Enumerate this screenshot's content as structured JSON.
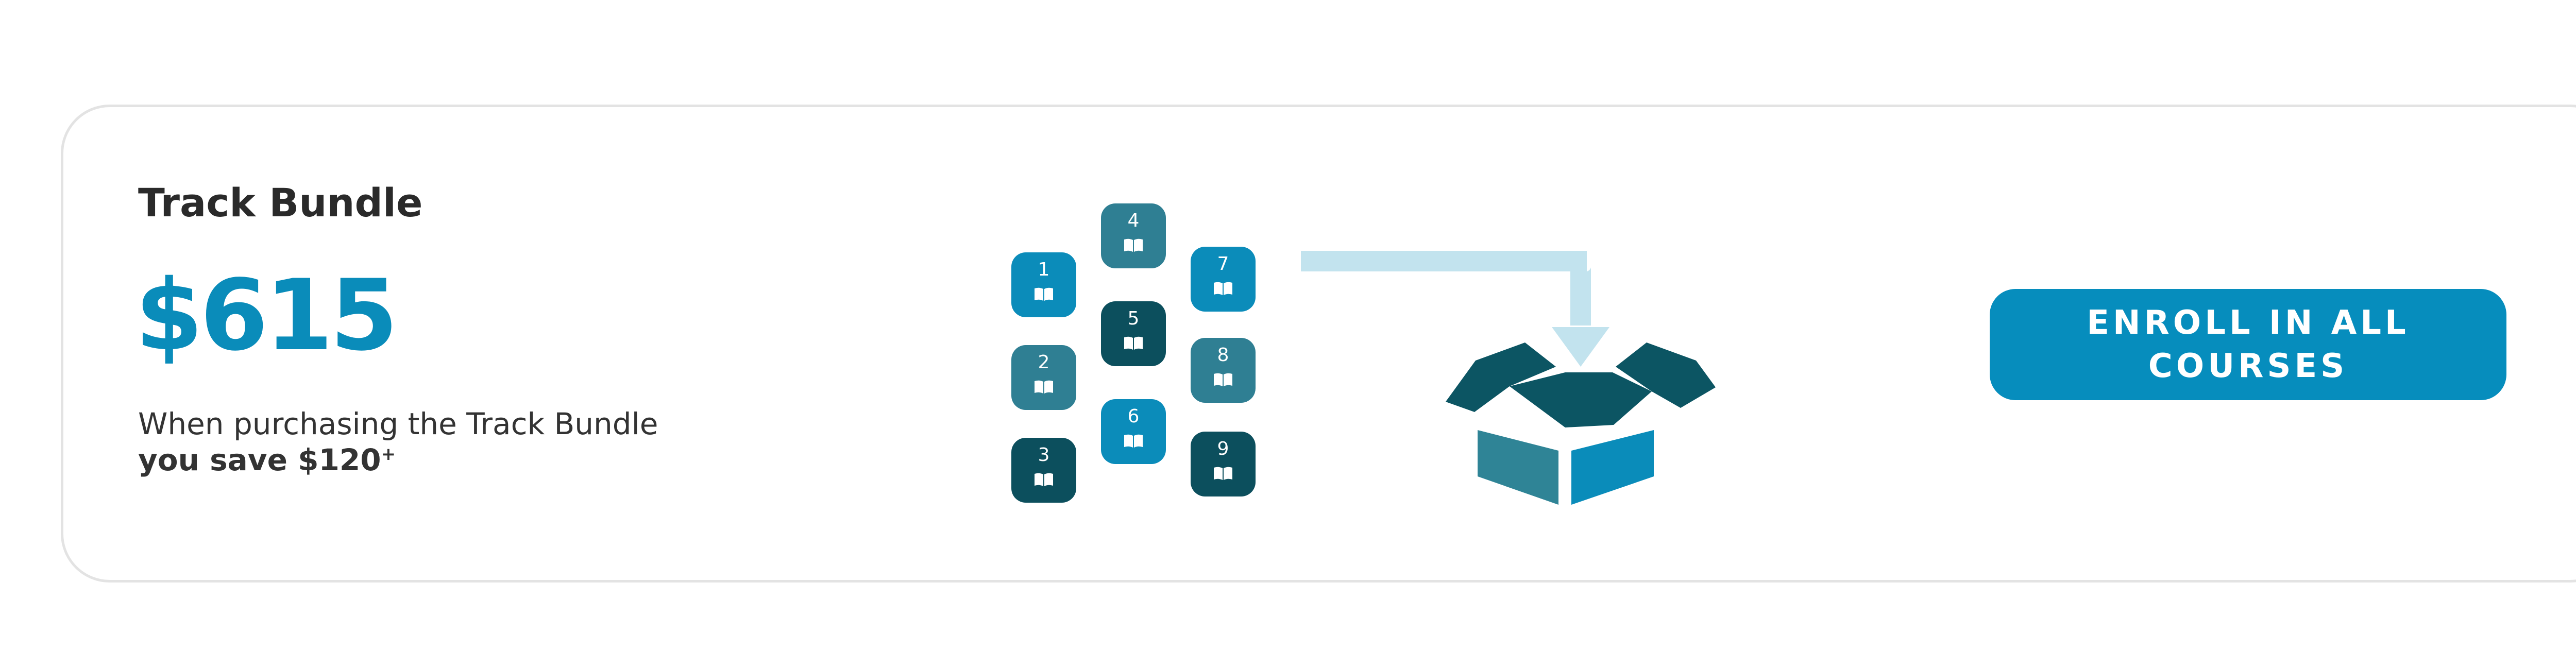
{
  "bundle": {
    "title": "Track Bundle",
    "price": "$615",
    "description_line1": "When purchasing the Track Bundle",
    "savings_text": "you save $120",
    "savings_marker": "+"
  },
  "courses": [
    {
      "number": "1",
      "icon": "open-book-icon",
      "color": "#0b8cba"
    },
    {
      "number": "2",
      "icon": "open-book-icon",
      "color": "#2f7f93"
    },
    {
      "number": "3",
      "icon": "open-book-icon",
      "color": "#0c4f5d"
    },
    {
      "number": "4",
      "icon": "open-book-icon",
      "color": "#2f7f93"
    },
    {
      "number": "5",
      "icon": "open-book-icon",
      "color": "#0c4f5d"
    },
    {
      "number": "6",
      "icon": "open-book-icon",
      "color": "#0b8cba"
    },
    {
      "number": "7",
      "icon": "open-book-icon",
      "color": "#0b8cba"
    },
    {
      "number": "8",
      "icon": "open-book-icon",
      "color": "#2f7f93"
    },
    {
      "number": "9",
      "icon": "open-book-icon",
      "color": "#0c4f5d"
    }
  ],
  "graphic": {
    "arrow_icon": "arrow-into-box-icon",
    "box_icon": "open-box-icon"
  },
  "cta": {
    "label": "ENROLL IN ALL COURSES"
  },
  "colors": {
    "accent": "#0a8cba",
    "button": "#068dbd",
    "teal": "#2f7f93",
    "dark_teal": "#0c4f5d",
    "arrow": "#c2e3ee",
    "card_border": "#e3e3e3",
    "text": "#2a2a2a"
  }
}
